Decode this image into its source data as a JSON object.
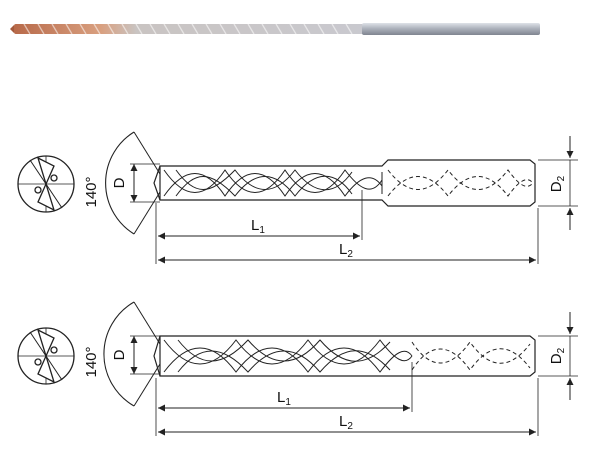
{
  "photo": {
    "description_icon": "drill-photo-icon"
  },
  "colors": {
    "coating": "#c8856a",
    "coating_light": "#e8b89d",
    "steel": "#b8bcc4",
    "steel_dark": "#8a8f98",
    "line": "#222222",
    "dim": "#333333"
  },
  "drawings": [
    {
      "angle_label": "140°",
      "diameter_label": "D",
      "l1_label": "L",
      "l1_sub": "1",
      "l2_label": "L",
      "l2_sub": "2",
      "d2_label": "D",
      "d2_sub": "2"
    },
    {
      "angle_label": "140°",
      "diameter_label": "D",
      "l1_label": "L",
      "l1_sub": "1",
      "l2_label": "L",
      "l2_sub": "2",
      "d2_label": "D",
      "d2_sub": "2"
    }
  ]
}
